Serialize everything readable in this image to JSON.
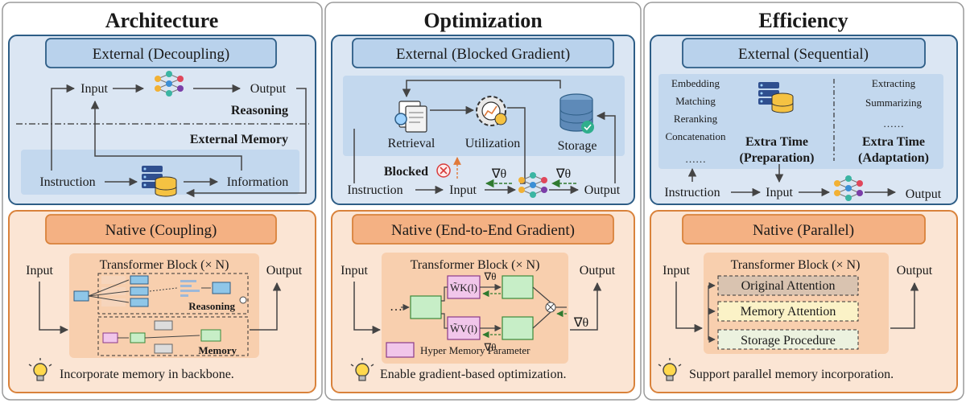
{
  "columns": [
    {
      "title": "Architecture",
      "external": {
        "header": "External (Decoupling)",
        "input": "Input",
        "output": "Output",
        "reasoning": "Reasoning",
        "external_memory": "External Memory",
        "instruction": "Instruction",
        "information": "Information"
      },
      "native": {
        "header": "Native (Coupling)",
        "block_title": "Transformer Block (× N)",
        "input": "Input",
        "output": "Output",
        "reasoning": "Reasoning",
        "memory": "Memory",
        "tip": "Incorporate memory in backbone."
      }
    },
    {
      "title": "Optimization",
      "external": {
        "header": "External (Blocked Gradient)",
        "retrieval": "Retrieval",
        "utilization": "Utilization",
        "storage": "Storage",
        "blocked": "Blocked",
        "instruction": "Instruction",
        "input": "Input",
        "output": "Output",
        "grad1": "∇θ",
        "grad2": "∇θ"
      },
      "native": {
        "header": "Native (End-to-End Gradient)",
        "block_title": "Transformer Block (× N)",
        "input": "Input",
        "output": "Output",
        "ellipsis": "…",
        "wk": "W̃K(l)",
        "wv": "W̃V(l)",
        "grad_top": "∇θ",
        "grad_bottom": "∇θ",
        "grad_right": "∇θ",
        "legend": "Hyper Memory Parameter",
        "tip": "Enable gradient-based optimization."
      }
    },
    {
      "title": "Efficiency",
      "external": {
        "header": "External (Sequential)",
        "prep_steps": [
          "Embedding",
          "Matching",
          "Reranking",
          "Concatenation",
          "……"
        ],
        "adapt_steps": [
          "Extracting",
          "Summarizing",
          "……"
        ],
        "extra_time_1": "Extra Time",
        "preparation": "(Preparation)",
        "extra_time_2": "Extra Time",
        "adaptation": "(Adaptation)",
        "instruction": "Instruction",
        "input": "Input",
        "output": "Output"
      },
      "native": {
        "header": "Native (Parallel)",
        "block_title": "Transformer Block (× N)",
        "input": "Input",
        "output": "Output",
        "rows": [
          "Original Attention",
          "Memory Attention",
          "Storage Procedure"
        ],
        "tip": "Support parallel memory incorporation."
      }
    }
  ],
  "colors": {
    "blue_panel": "#dbe6f3",
    "blue_header": "#b9d2ec",
    "blue_border": "#2d5d86",
    "orange_panel": "#fbe5d4",
    "orange_header": "#f4b183",
    "orange_border": "#d9823b",
    "cyan_block": "#8fc6e8",
    "green_block": "#c7eec7",
    "pink_block": "#f1c6ea"
  }
}
